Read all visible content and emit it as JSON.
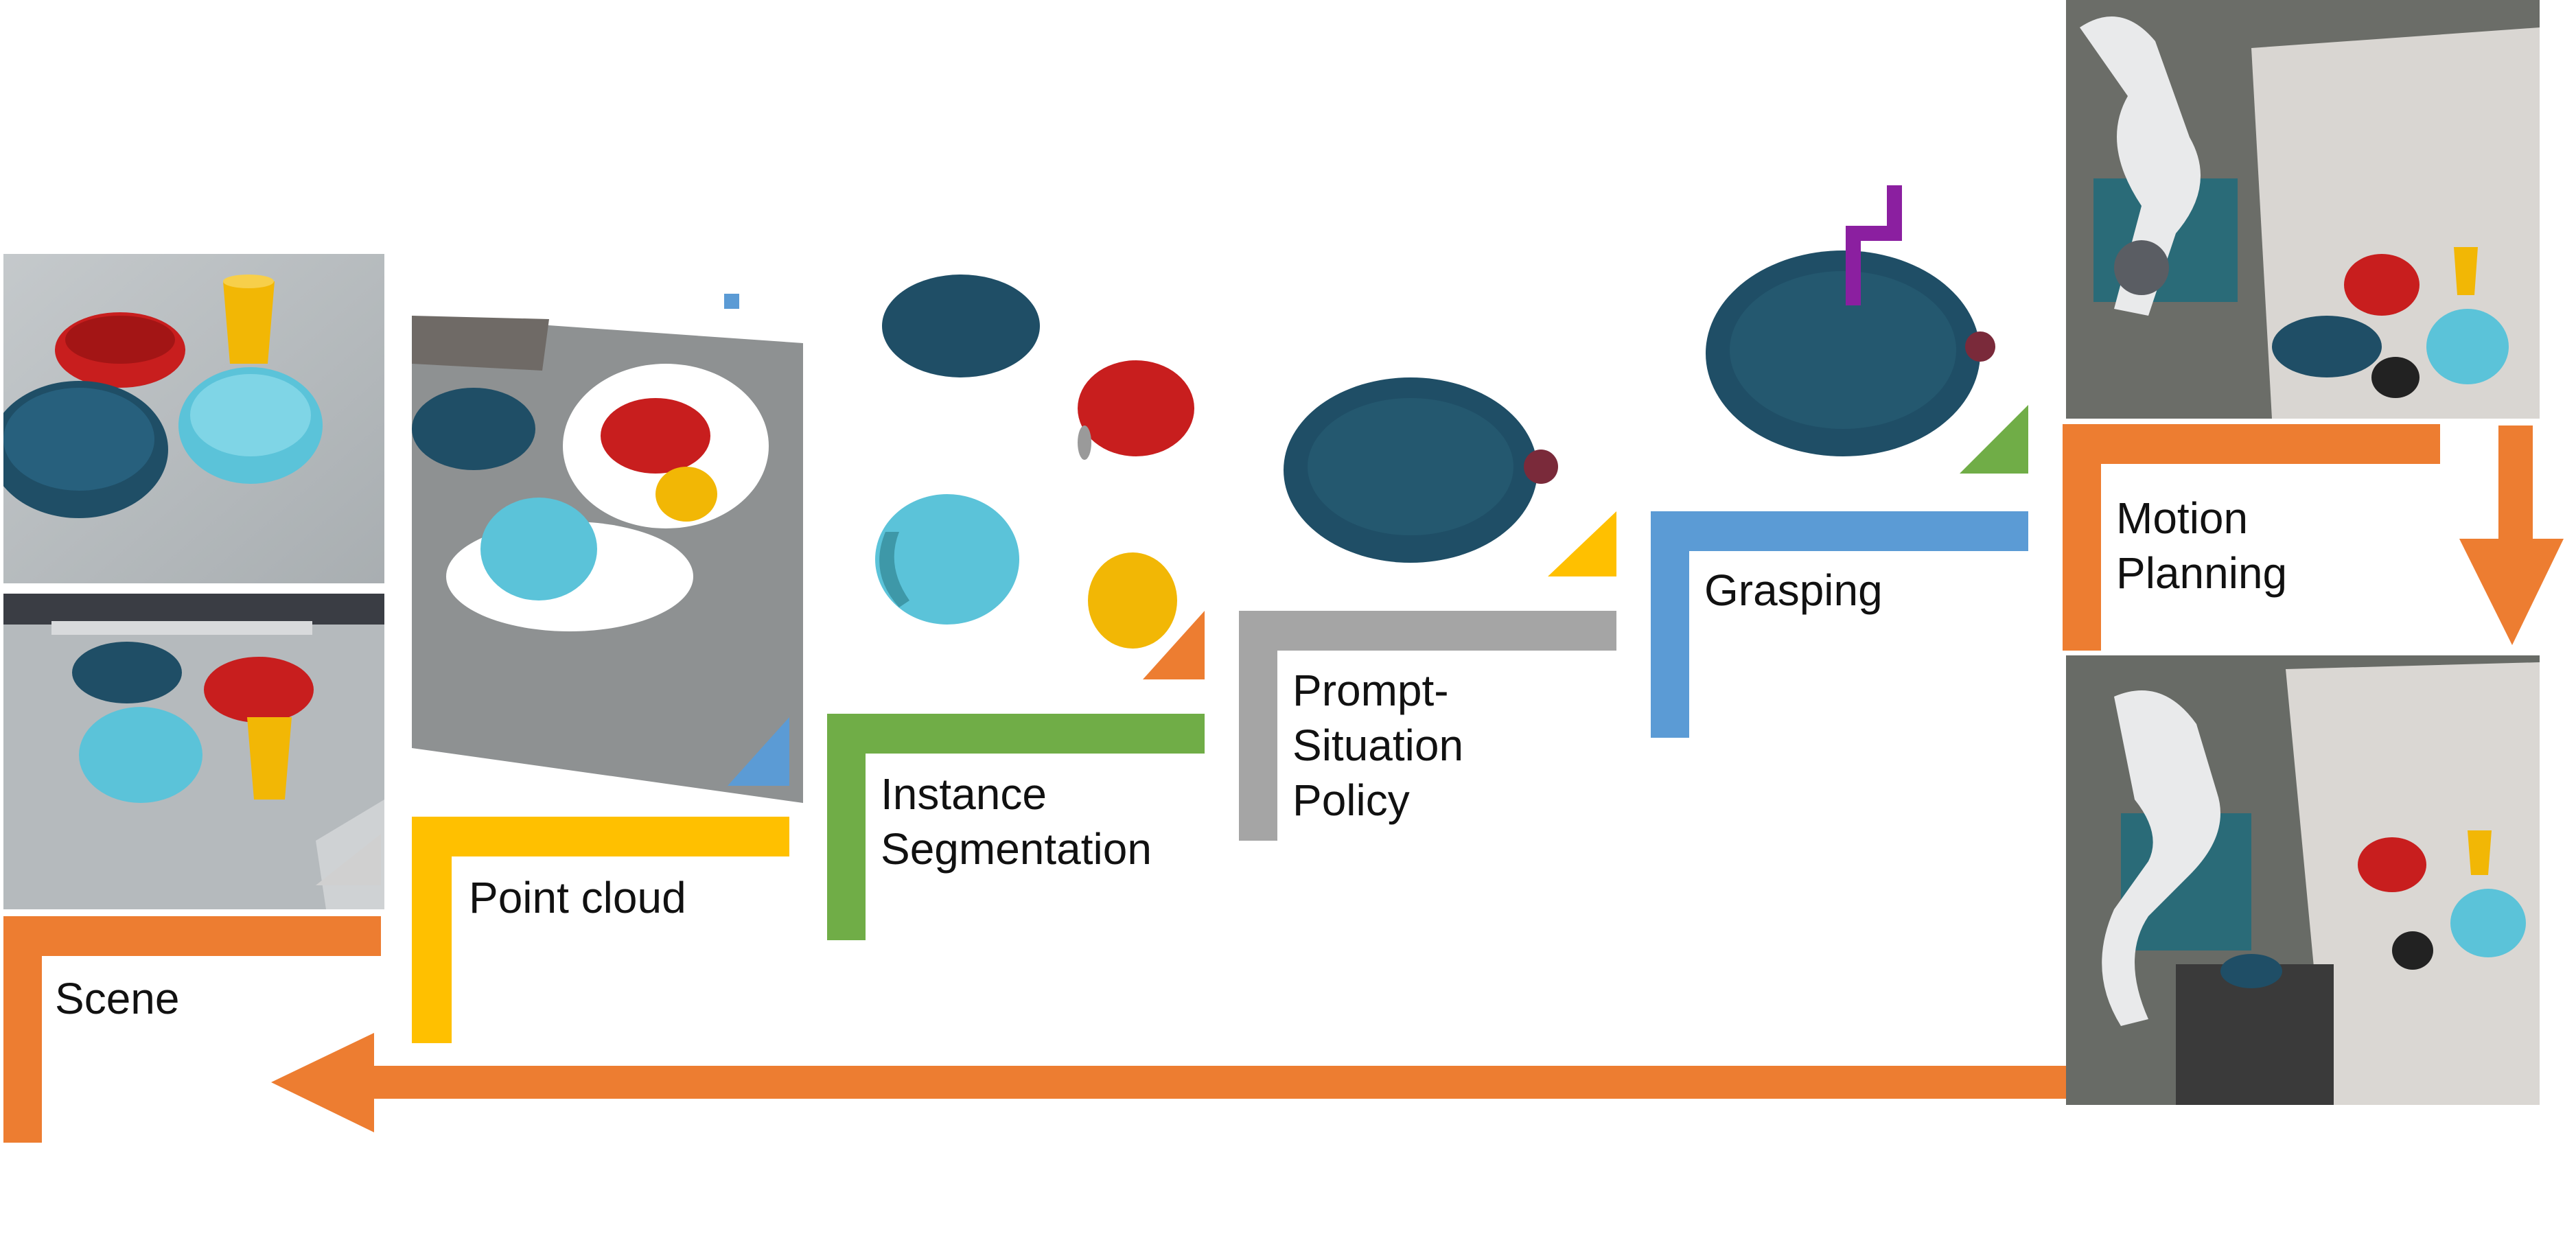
{
  "stages": {
    "scene": {
      "label": "Scene",
      "color": "#ED7D31"
    },
    "point_cloud": {
      "label": "Point cloud",
      "color": "#FFC000"
    },
    "instance_segmentation": {
      "label": "Instance\nSegmentation",
      "color": "#70AD47"
    },
    "prompt_situation_policy": {
      "label": "Prompt-\nSituation\nPolicy",
      "color": "#A5A5A5"
    },
    "grasping": {
      "label": "Grasping",
      "color": "#5B9BD5"
    },
    "motion_planning": {
      "label": "Motion\nPlanning",
      "color": "#ED7D31"
    }
  },
  "objects": {
    "dark_bowl": "#1F4E66",
    "light_bowl": "#5BC3D9",
    "red_bowl": "#C81E1E",
    "yellow_cup": "#F2B705",
    "gripper": "#8B1FA0"
  },
  "arrows": {
    "color": "#ED7D31"
  }
}
